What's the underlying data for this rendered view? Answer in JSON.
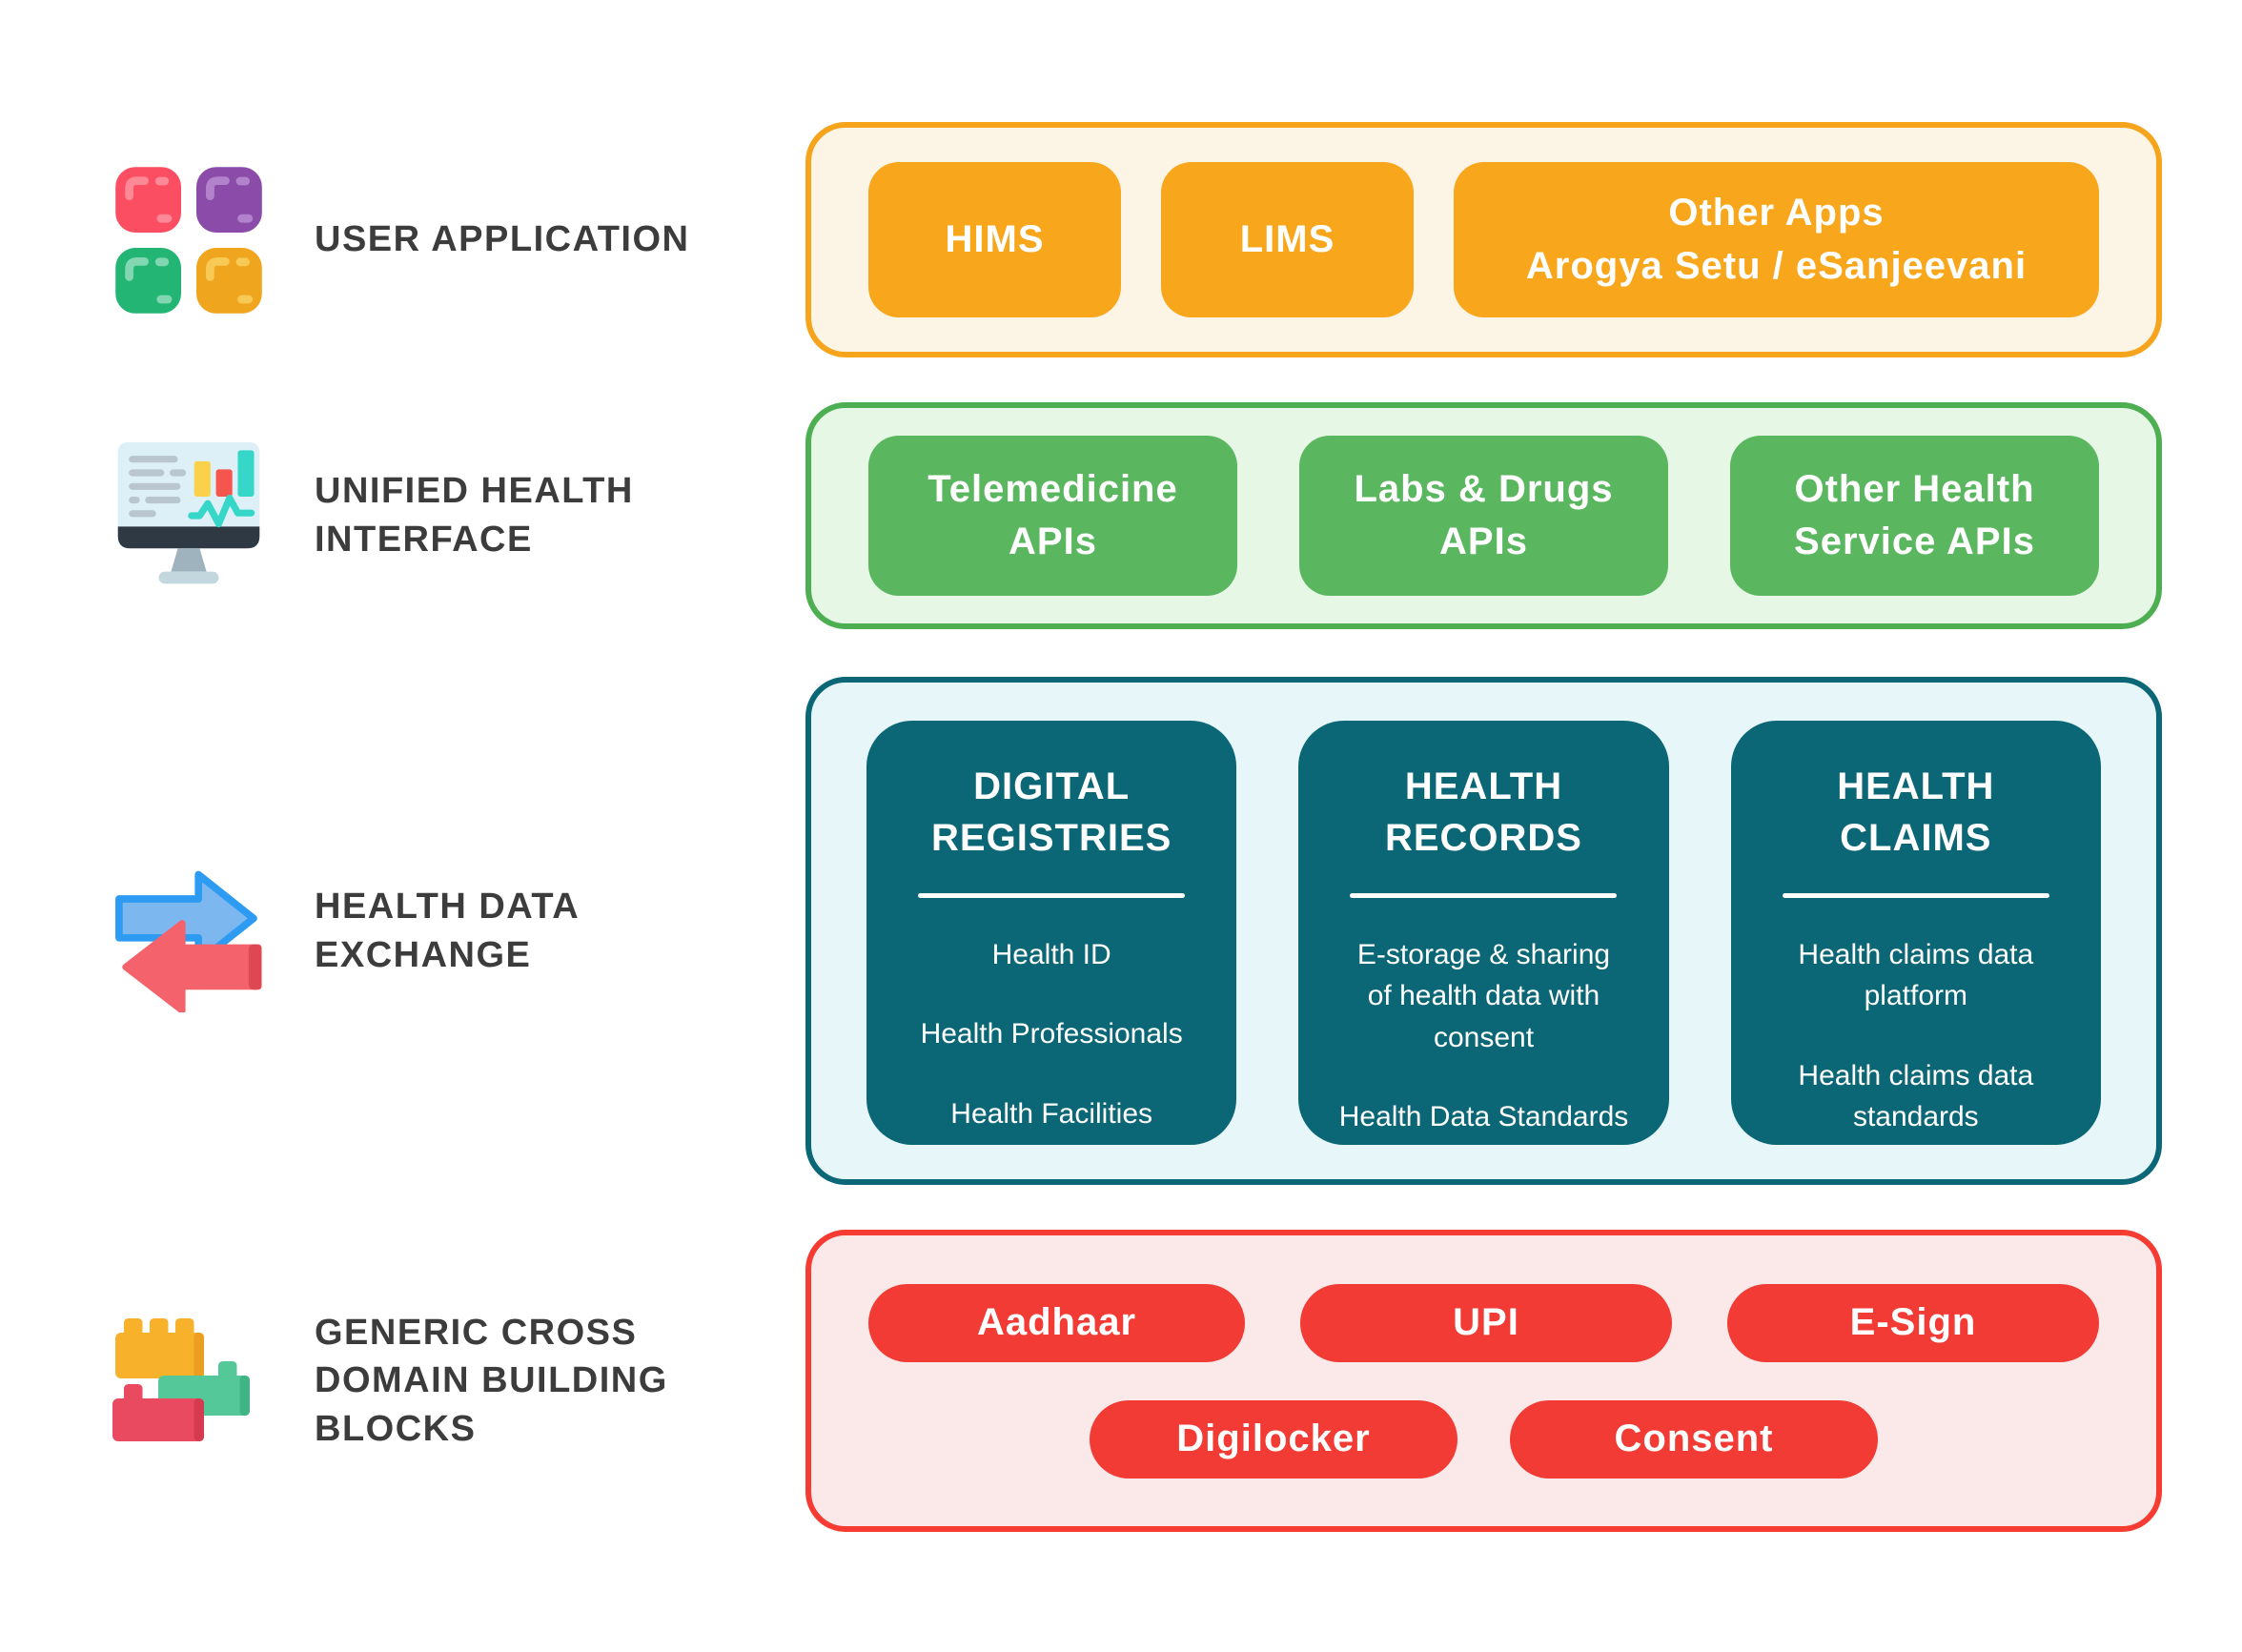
{
  "palette": {
    "row1_border": "#F5A41B",
    "row1_background": "#FCF4E4",
    "row1_button": "#F8A71D",
    "row2_border": "#4DAE52",
    "row2_background": "#E6F7E6",
    "row2_button": "#5BB75F",
    "row3_border": "#0B6775",
    "row3_background": "#E7F7F9",
    "row3_card": "#0B6775",
    "row4_border": "#F53B32",
    "row4_background": "#FBE9E9",
    "row4_pill": "#F23B34",
    "label_text": "#3C3C3C",
    "button_text": "#FFFFFF"
  },
  "rows": [
    {
      "label": "USER APPLICATION",
      "icon": "app-grid-icon",
      "buttons": [
        {
          "label": "HIMS"
        },
        {
          "label": "LIMS"
        },
        {
          "label": "Other Apps\nArogya Setu / eSanjeevani"
        }
      ]
    },
    {
      "label": "UNIFIED HEALTH\nINTERFACE",
      "icon": "monitor-analytics-icon",
      "buttons": [
        {
          "label": "Telemedicine\nAPIs"
        },
        {
          "label": "Labs & Drugs\nAPIs"
        },
        {
          "label": "Other Health\nService APIs"
        }
      ]
    },
    {
      "label": "HEALTH DATA\nEXCHANGE",
      "icon": "data-exchange-arrows-icon",
      "cards": [
        {
          "title": "DIGITAL\nREGISTRIES",
          "items": [
            "Health ID",
            "Health Professionals",
            "Health Facilities"
          ]
        },
        {
          "title": "HEALTH\nRECORDS",
          "items": [
            "E-storage & sharing\nof health data with\nconsent",
            "Health Data Standards"
          ]
        },
        {
          "title": "HEALTH\nCLAIMS",
          "items": [
            "Health claims data\nplatform",
            "Health claims data\nstandards"
          ]
        }
      ]
    },
    {
      "label": "GENERIC CROSS\nDOMAIN BUILDING\nBLOCKS",
      "icon": "building-blocks-icon",
      "pills_top": [
        "Aadhaar",
        "UPI",
        "E-Sign"
      ],
      "pills_bottom": [
        "Digilocker",
        "Consent"
      ]
    }
  ]
}
